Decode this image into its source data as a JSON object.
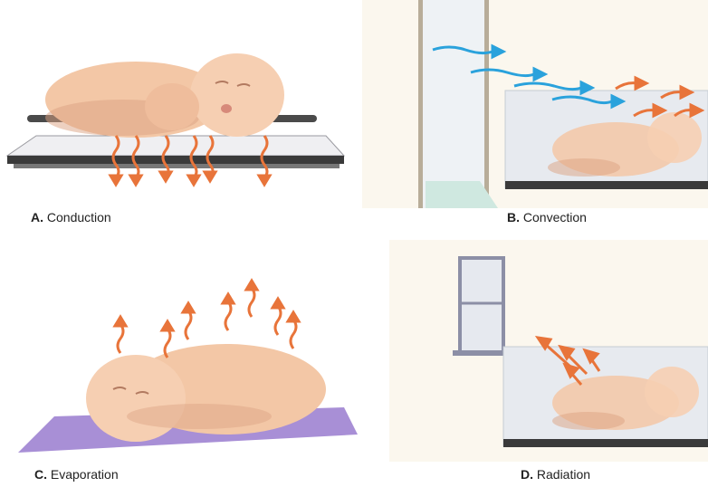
{
  "colors": {
    "skin": "#f3c7a6",
    "skin_shadow": "#dca282",
    "heat_arrow": "#e8743a",
    "air_arrow": "#2aa2dc",
    "blanket": "#a88fd6",
    "table_metal": "#3a3a3a",
    "glass": "#dfe4ea"
  },
  "panels": [
    {
      "letter": "A.",
      "title": "Conduction",
      "icon": "baby-on-cold-surface"
    },
    {
      "letter": "B.",
      "title": "Convection",
      "icon": "baby-in-draft"
    },
    {
      "letter": "C.",
      "title": "Evaporation",
      "icon": "baby-wet-skin"
    },
    {
      "letter": "D.",
      "title": "Radiation",
      "icon": "baby-near-cold-window"
    }
  ]
}
